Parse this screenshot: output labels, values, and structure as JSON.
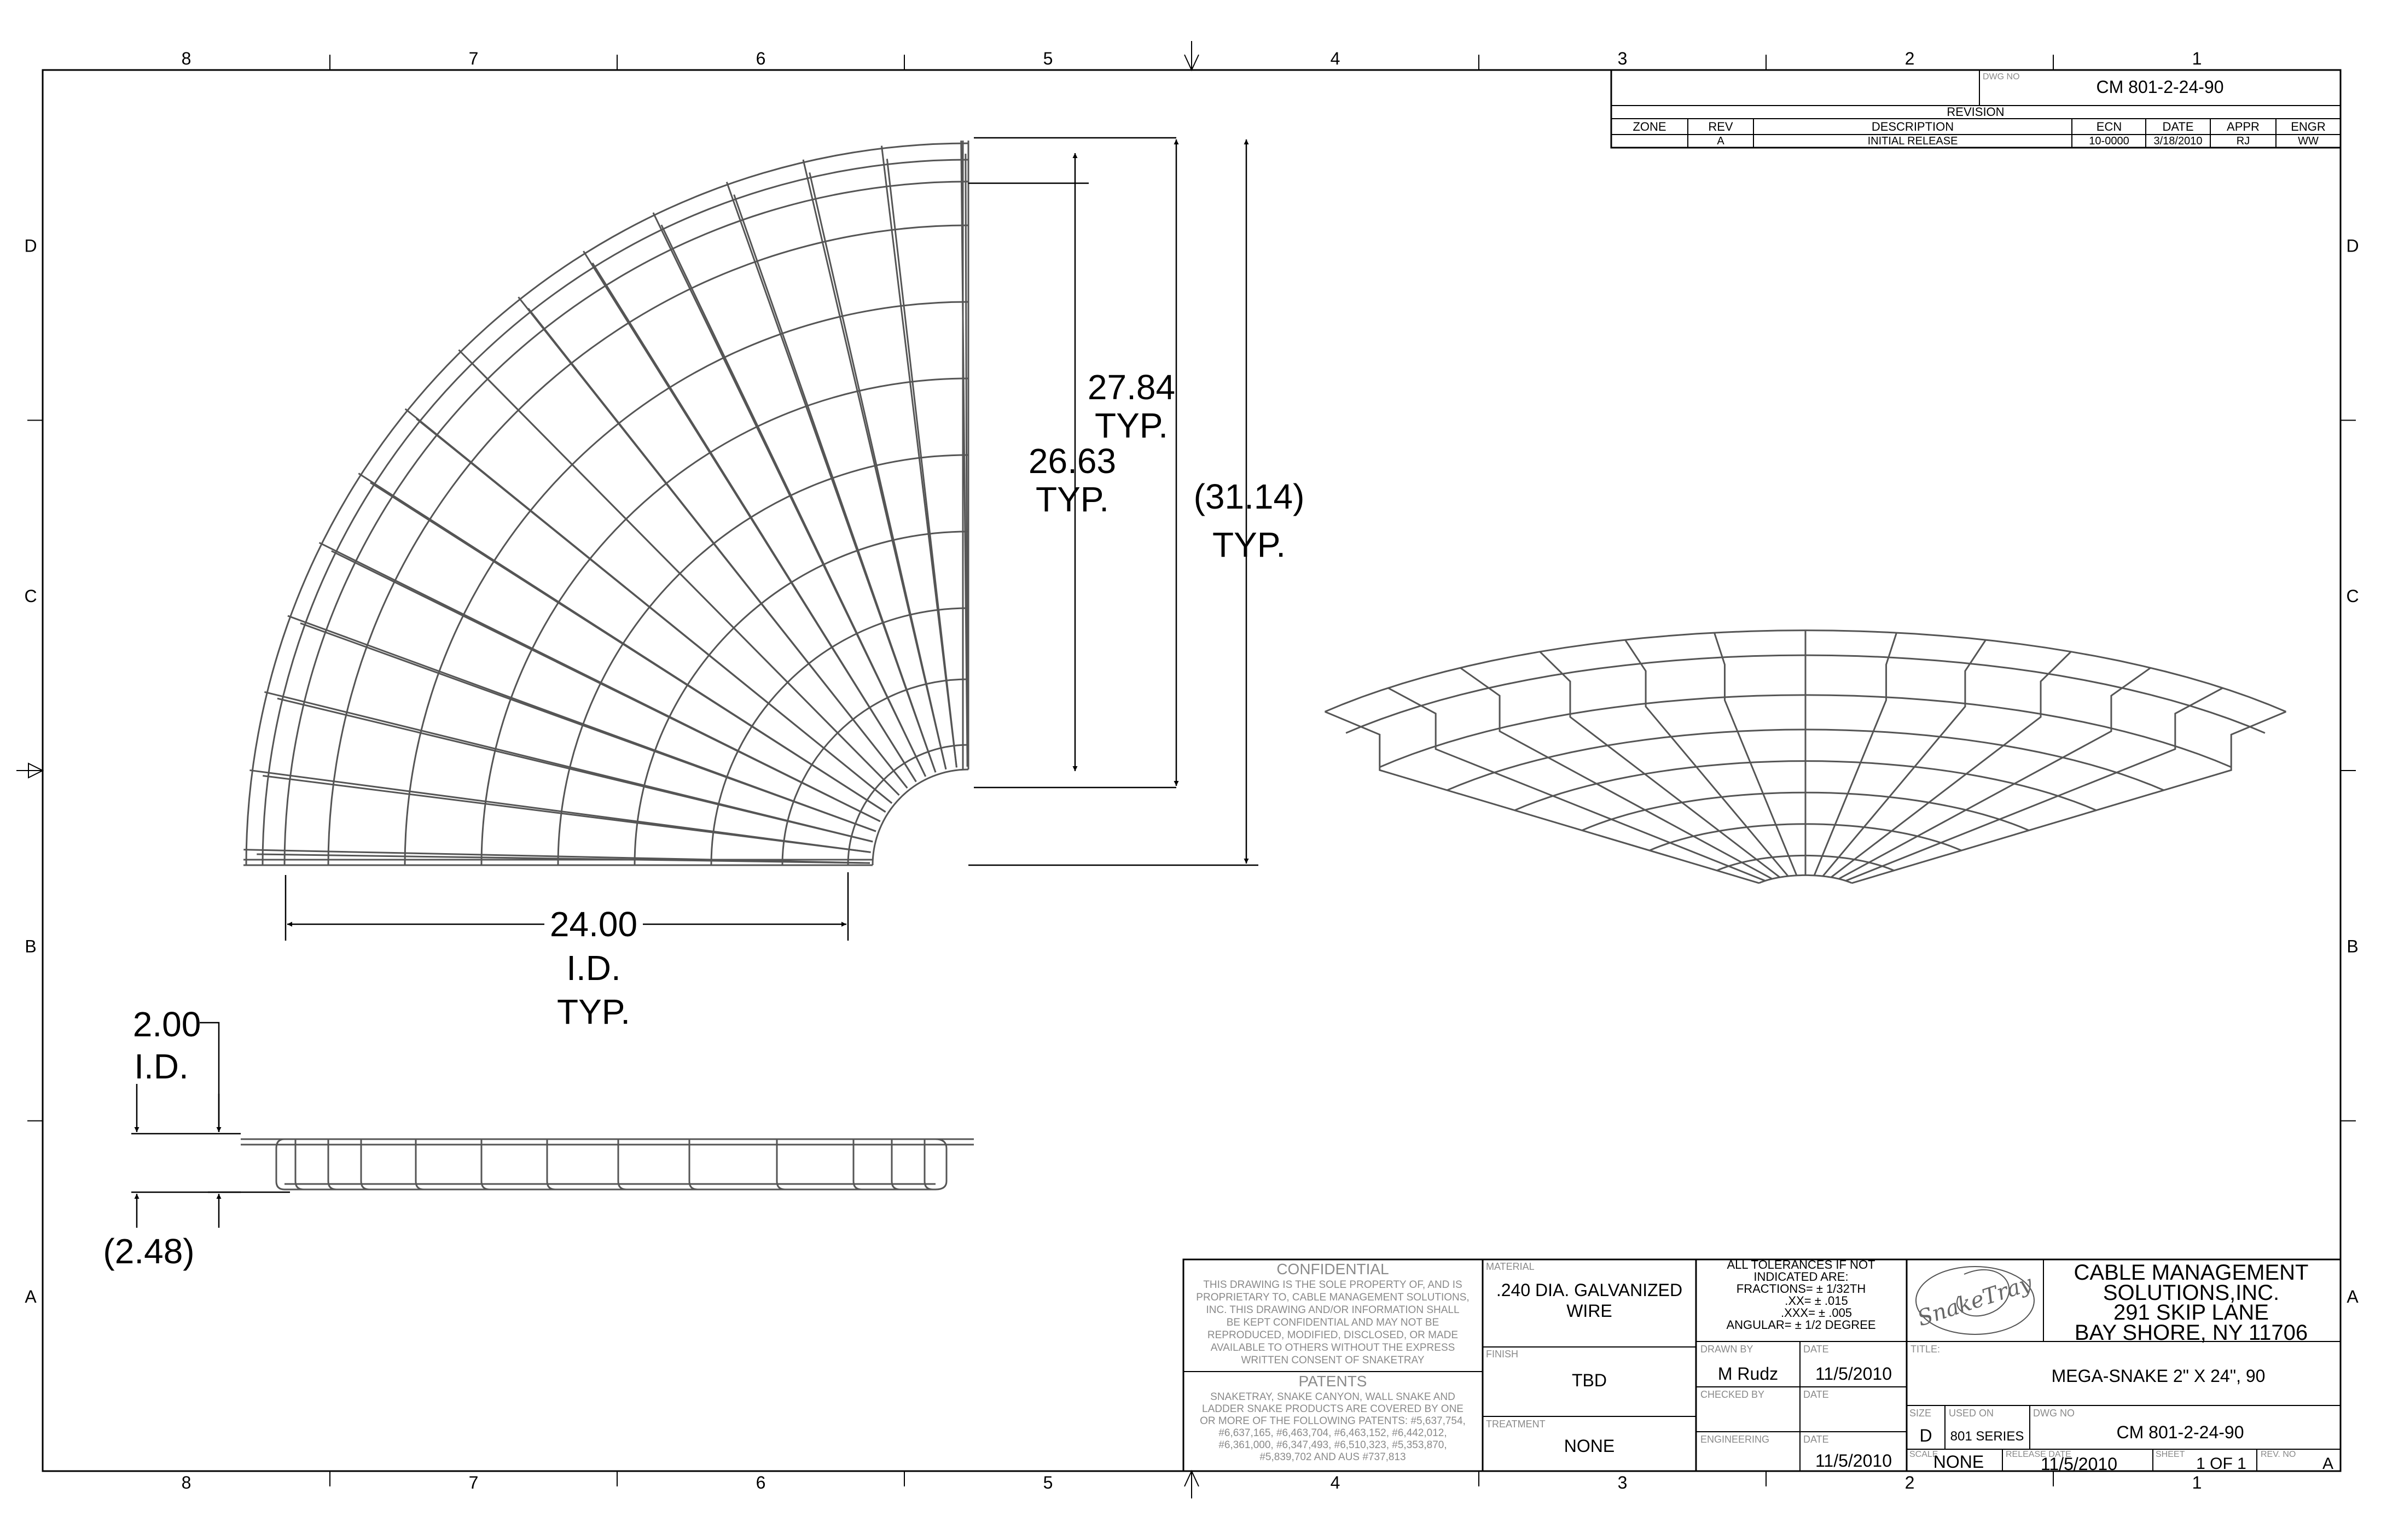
{
  "border": {
    "columns": [
      "8",
      "7",
      "6",
      "5",
      "4",
      "3",
      "2",
      "1"
    ],
    "rows": [
      "D",
      "C",
      "B",
      "A"
    ]
  },
  "revision_block": {
    "dwg_no_label": "DWG NO",
    "dwg_no": "CM 801-2-24-90",
    "title": "REVISION",
    "headers": [
      "ZONE",
      "REV",
      "DESCRIPTION",
      "ECN",
      "DATE",
      "APPR",
      "ENGR"
    ],
    "row": [
      "",
      "A",
      "INITIAL RELEASE",
      "10-0000",
      "3/18/2010",
      "RJ",
      "WW"
    ]
  },
  "dimensions": {
    "d1": [
      "27.84",
      "TYP."
    ],
    "d2": [
      "26.63",
      "TYP."
    ],
    "d3": [
      "(31.14)",
      "TYP."
    ],
    "d4": [
      "24.00",
      "I.D.",
      "TYP."
    ],
    "d5": [
      "2.00",
      "I.D."
    ],
    "d6": "(2.48)"
  },
  "title_block": {
    "confidential_title": "CONFIDENTIAL",
    "confidential_lines": [
      "THIS DRAWING IS THE SOLE PROPERTY OF, AND IS",
      "PROPRIETARY TO, CABLE MANAGEMENT SOLUTIONS,",
      "INC. THIS DRAWING AND/OR INFORMATION SHALL",
      "BE KEPT CONFIDENTIAL AND MAY NOT BE",
      "REPRODUCED, MODIFIED, DISCLOSED, OR MADE",
      "AVAILABLE TO OTHERS WITHOUT THE EXPRESS",
      "WRITTEN CONSENT OF SNAKETRAY"
    ],
    "patents_title": "PATENTS",
    "patents_lines": [
      "SNAKETRAY, SNAKE CANYON, WALL SNAKE AND",
      "LADDER SNAKE PRODUCTS ARE COVERED BY ONE",
      "OR MORE OF THE FOLLOWING PATENTS: #5,637,754,",
      "#6,637,165, #6,463,704, #6,463,152, #6,442,012,",
      "#6,361,000, #6,347,493, #6,510,323, #5,353,870,",
      "#5,839,702 AND AUS #737,813"
    ],
    "material_label": "MATERIAL",
    "material": [
      ".240 DIA. GALVANIZED",
      "WIRE"
    ],
    "finish_label": "FINISH",
    "finish": "TBD",
    "treatment_label": "TREATMENT",
    "treatment": "NONE",
    "tolerances": [
      "ALL TOLERANCES IF NOT",
      "INDICATED ARE:",
      "FRACTIONS= ± 1/32TH",
      ".XX= ± .015",
      ".XXX= ± .005",
      "ANGULAR= ± 1/2 DEGREE"
    ],
    "drawn_by_label": "DRAWN BY",
    "drawn_by": "M Rudz",
    "checked_by_label": "CHECKED BY",
    "engineering_label": "ENGINEERING",
    "date_label": "DATE",
    "drawn_date": "11/5/2010",
    "eng_date": "11/5/2010",
    "logo_text": "SnakeTray",
    "company": [
      "CABLE MANAGEMENT",
      "SOLUTIONS,INC.",
      "291 SKIP LANE",
      "BAY SHORE, NY 11706"
    ],
    "title_label": "TITLE:",
    "title": "MEGA-SNAKE 2\" X 24\", 90",
    "size_label": "SIZE",
    "size": "D",
    "used_on_label": "USED ON",
    "used_on": "801 SERIES",
    "dwg_no_label": "DWG NO",
    "dwg_no": "CM 801-2-24-90",
    "scale_label": "SCALE",
    "scale": "NONE",
    "release_label": "RELEASE DATE",
    "release_date": "11/5/2010",
    "sheet_label": "SHEET",
    "sheet": "1 OF 1",
    "rev_label": "REV. NO",
    "rev": "A"
  }
}
